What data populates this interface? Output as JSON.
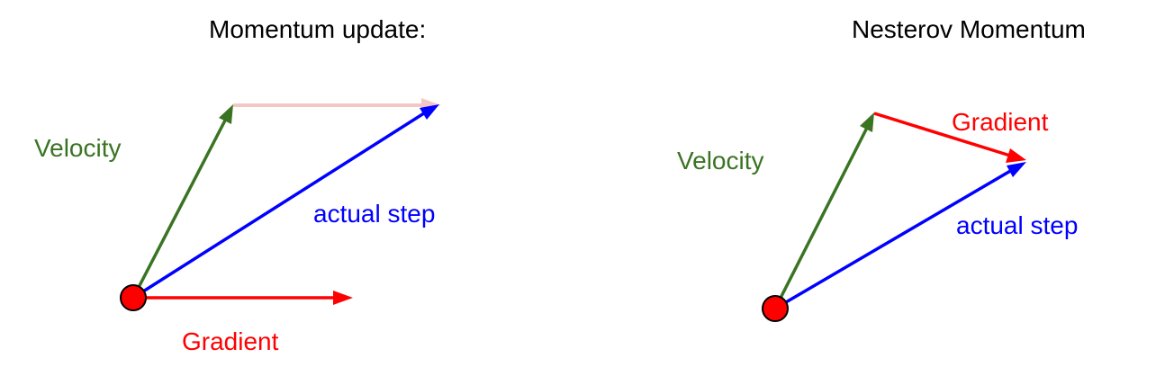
{
  "colors": {
    "velocity": "#3a7423",
    "gradient": "#ff0000",
    "actual_step": "#0000ff",
    "faded_gradient": "#f4c6c6",
    "origin_fill": "#ff0000",
    "origin_stroke": "#000000"
  },
  "momentum": {
    "title": "Momentum update:",
    "velocity_label": "Velocity",
    "actual_step_label": "actual step",
    "gradient_label": "Gradient"
  },
  "nesterov": {
    "title": "Nesterov Momentum",
    "velocity_label": "Velocity",
    "gradient_label": "Gradient",
    "actual_step_label": "actual step"
  }
}
